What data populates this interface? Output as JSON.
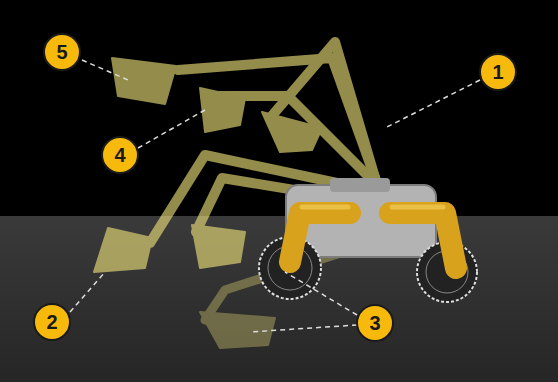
{
  "diagram": {
    "labels": [
      "5",
      "1",
      "4",
      "2",
      "3"
    ]
  }
}
